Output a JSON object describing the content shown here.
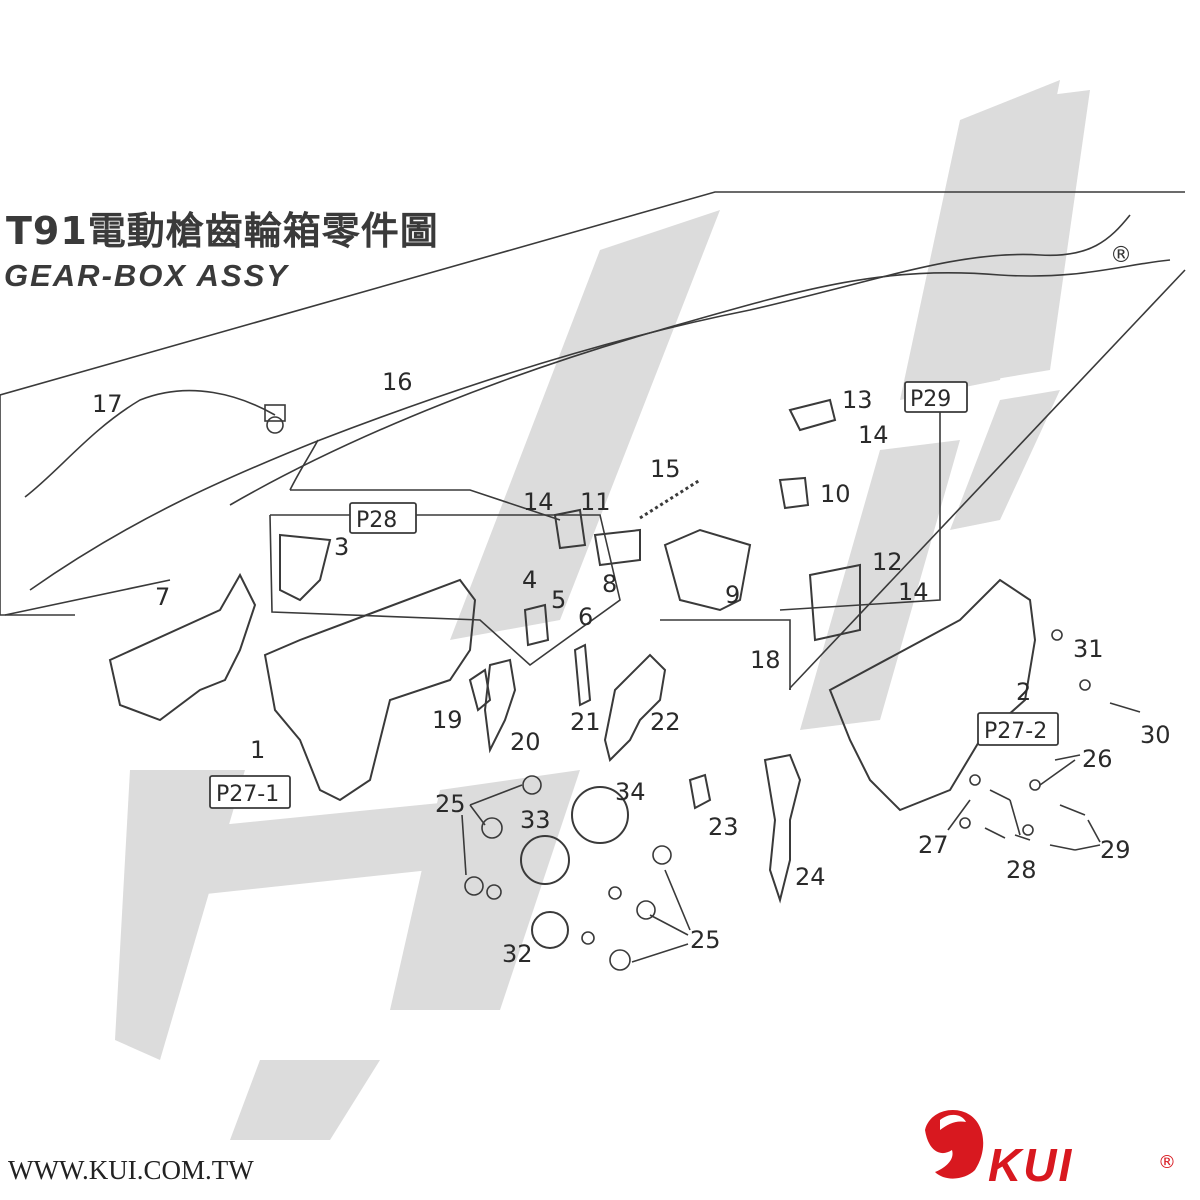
{
  "title_zh": "T91電動槍齒輪箱零件圖",
  "title_en": "GEAR-BOX ASSY",
  "website": "WWW.KUI.COM.TW",
  "brand": "KUI",
  "brand_reg": "®",
  "reg_mark": "®",
  "watermark": "KUI",
  "part_labels": [
    "17",
    "16",
    "13",
    "14",
    "15",
    "14",
    "11",
    "10",
    "3",
    "4",
    "5",
    "6",
    "8",
    "9",
    "12",
    "14",
    "7",
    "18",
    "1",
    "19",
    "20",
    "21",
    "22",
    "2",
    "31",
    "30",
    "25",
    "34",
    "33",
    "23",
    "26",
    "27",
    "28",
    "29",
    "24",
    "32",
    "25"
  ],
  "ref_boxes": [
    "P28",
    "P29",
    "P27-1",
    "P27-2"
  ],
  "colors": {
    "line": "#3a3a3a",
    "watermark": "#d9d9d9",
    "brand": "#d8181f"
  }
}
